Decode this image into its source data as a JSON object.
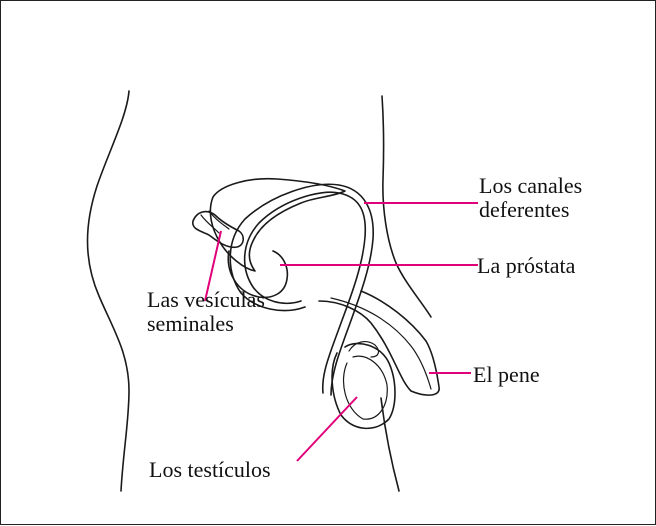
{
  "diagram": {
    "labels": {
      "canales_line1": "Los canales",
      "canales_line2": "deferentes",
      "prostata": "La próstata",
      "vesiculas_line1": "Las vesículas",
      "vesiculas_line2": "seminales",
      "pene": "El pene",
      "testiculos": "Los testículos"
    },
    "leader_color": "#e0007a"
  }
}
